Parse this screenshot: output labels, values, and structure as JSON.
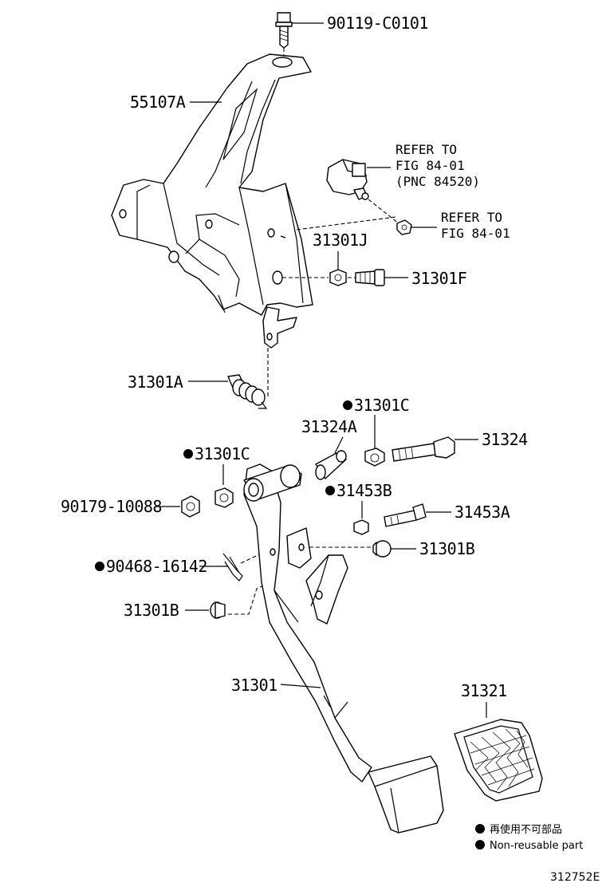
{
  "parts": {
    "p90119": "90119-C0101",
    "p55107a": "55107A",
    "p31301j": "31301J",
    "p31301f": "31301F",
    "p31301a": "31301A",
    "p31301c_top": "31301C",
    "p31324a": "31324A",
    "p31324": "31324",
    "p31301c_left": "31301C",
    "p31453b": "31453B",
    "p90179": "90179-10088",
    "p31453a": "31453A",
    "p31301b_right": "31301B",
    "p90468": "90468-16142",
    "p31301b_left": "31301B",
    "p31301": "31301",
    "p31321": "31321"
  },
  "references": {
    "switch_ref": [
      "REFER TO",
      "FIG 84-01",
      "(PNC 84520)"
    ],
    "nut_ref": [
      "REFER TO",
      "FIG 84-01"
    ]
  },
  "legend": {
    "jp": "再使用不可部品",
    "en": "Non-reusable part"
  },
  "diagram_code": "312752E",
  "colors": {
    "ink": "#000000",
    "background": "#ffffff"
  }
}
